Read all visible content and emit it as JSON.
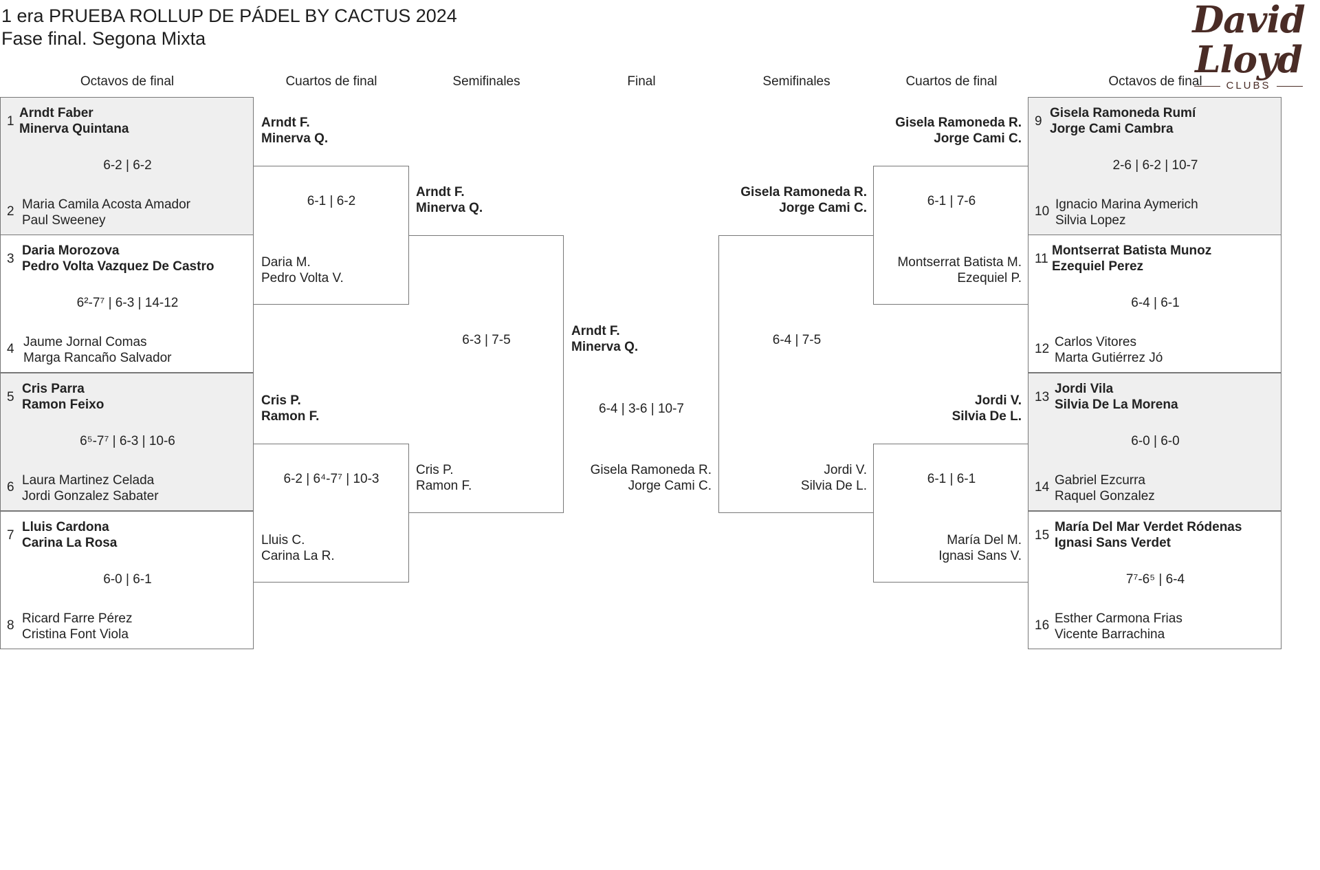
{
  "header": {
    "title": "1 era PRUEBA ROLLUP DE PÁDEL BY CACTUS 2024",
    "subtitle": "Fase final. Segona Mixta"
  },
  "logo": {
    "brand": "David Lloyd",
    "sub": "CLUBS",
    "color": "#4a2c26"
  },
  "rounds": {
    "r16": "Octavos de final",
    "qf": "Cuartos de final",
    "sf": "Semifinales",
    "final": "Final"
  },
  "r16_left": [
    {
      "seed_a": "1",
      "a1": "Arndt Faber",
      "a2": "Minerva Quintana",
      "score": "6-2 | 6-2",
      "seed_b": "2",
      "b1": "Maria Camila Acosta Amador",
      "b2": "Paul Sweeney"
    },
    {
      "seed_a": "3",
      "a1": "Daria Morozova",
      "a2": "Pedro Volta Vazquez De Castro",
      "score": "6²-7⁷ | 6-3 | 14-12",
      "seed_b": "4",
      "b1": "Jaume Jornal Comas",
      "b2": "Marga Rancaño Salvador"
    },
    {
      "seed_a": "5",
      "a1": "Cris Parra",
      "a2": "Ramon Feixo",
      "score": "6⁵-7⁷ | 6-3 | 10-6",
      "seed_b": "6",
      "b1": "Laura Martinez Celada",
      "b2": "Jordi Gonzalez Sabater"
    },
    {
      "seed_a": "7",
      "a1": "Lluis Cardona",
      "a2": "Carina La Rosa",
      "score": "6-0 | 6-1",
      "seed_b": "8",
      "b1": "Ricard Farre Pérez",
      "b2": "Cristina Font Viola"
    }
  ],
  "r16_right": [
    {
      "seed_a": "9",
      "a1": "Gisela Ramoneda Rumí",
      "a2": "Jorge Cami Cambra",
      "score": "2-6 | 6-2 | 10-7",
      "seed_b": "10",
      "b1": "Ignacio Marina Aymerich",
      "b2": "Silvia Lopez"
    },
    {
      "seed_a": "11",
      "a1": "Montserrat Batista Munoz",
      "a2": "Ezequiel Perez",
      "score": "6-4 | 6-1",
      "seed_b": "12",
      "b1": "Carlos Vitores",
      "b2": "Marta Gutiérrez Jó"
    },
    {
      "seed_a": "13",
      "a1": "Jordi Vila",
      "a2": "Silvia De La Morena",
      "score": "6-0 | 6-0",
      "seed_b": "14",
      "b1": "Gabriel Ezcurra",
      "b2": "Raquel Gonzalez"
    },
    {
      "seed_a": "15",
      "a1": "María Del Mar Verdet Ródenas",
      "a2": "Ignasi Sans Verdet",
      "score": "7⁷-6⁵ | 6-4",
      "seed_b": "16",
      "b1": "Esther Carmona Frias",
      "b2": "Vicente Barrachina"
    }
  ],
  "qf_left": [
    {
      "a1": "Arndt F.",
      "a2": "Minerva Q.",
      "score": "6-1 | 6-2",
      "b1": "Daria M.",
      "b2": "Pedro Volta V."
    },
    {
      "a1": "Cris P.",
      "a2": "Ramon F.",
      "score": "6-2 | 6⁴-7⁷ | 10-3",
      "b1": "Lluis C.",
      "b2": "Carina La R."
    }
  ],
  "qf_right": [
    {
      "a1": "Gisela Ramoneda R.",
      "a2": "Jorge Cami C.",
      "score": "6-1 | 7-6",
      "b1": "Montserrat Batista M.",
      "b2": "Ezequiel P."
    },
    {
      "a1": "Jordi V.",
      "a2": "Silvia De L.",
      "score": "6-1 | 6-1",
      "b1": "María Del M.",
      "b2": "Ignasi Sans V."
    }
  ],
  "sf_left": {
    "a1": "Arndt F.",
    "a2": "Minerva Q.",
    "score": "6-3 | 7-5",
    "b1": "Cris P.",
    "b2": "Ramon F."
  },
  "sf_right": {
    "a1": "Gisela Ramoneda R.",
    "a2": "Jorge Cami C.",
    "score": "6-4 | 7-5",
    "b1": "Jordi V.",
    "b2": "Silvia De L."
  },
  "final": {
    "a1": "Arndt F.",
    "a2": "Minerva Q.",
    "score": "6-4 | 3-6 | 10-7",
    "b1": "Gisela Ramoneda R.",
    "b2": "Jorge Cami C."
  }
}
